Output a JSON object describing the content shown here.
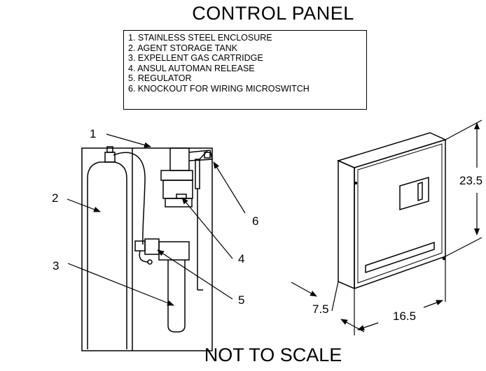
{
  "title": "CONTROL PANEL",
  "footer": "NOT TO SCALE",
  "legend": [
    "1.  STAINLESS STEEL ENCLOSURE",
    "2.  AGENT STORAGE TANK",
    "3.  EXPELLENT GAS CARTRIDGE",
    "4.  ANSUL AUTOMAN RELEASE",
    "5.  REGULATOR",
    "6.  KNOCKOUT FOR WIRING MICROSWITCH"
  ],
  "callouts": {
    "c1": "1",
    "c2": "2",
    "c3": "3",
    "c4": "4",
    "c5": "5",
    "c6": "6"
  },
  "dimensions": {
    "height": "23.5",
    "depth": "7.5",
    "width": "16.5"
  }
}
